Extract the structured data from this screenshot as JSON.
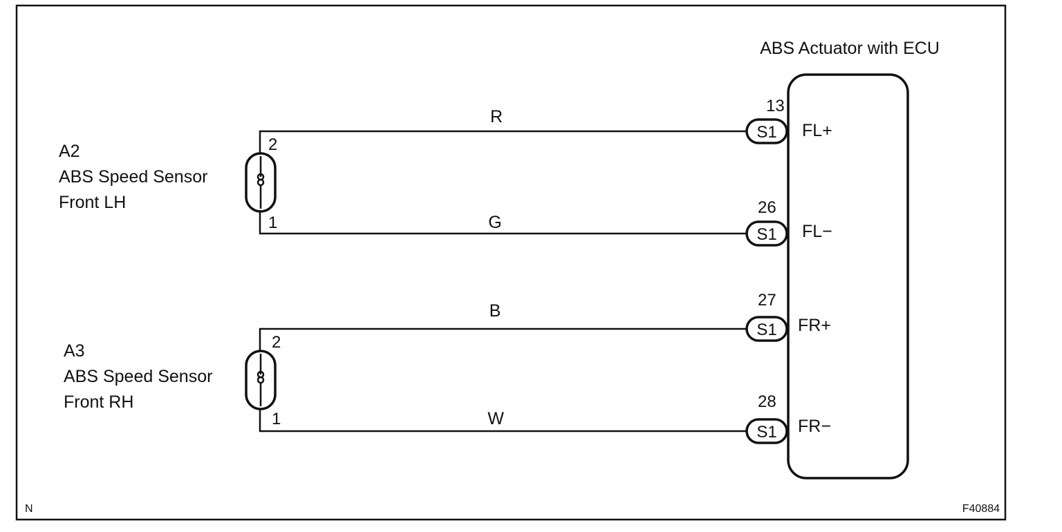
{
  "ecu": {
    "title": "ABS Actuator with ECU",
    "terminals": [
      {
        "pin": "13",
        "connector": "S1",
        "signal": "FL+"
      },
      {
        "pin": "26",
        "connector": "S1",
        "signal": "FL−"
      },
      {
        "pin": "27",
        "connector": "S1",
        "signal": "FR+"
      },
      {
        "pin": "28",
        "connector": "S1",
        "signal": "FR−"
      }
    ]
  },
  "sensors": [
    {
      "code": "A2",
      "name": "ABS Speed Sensor",
      "side": "Front LH",
      "pin_top": "2",
      "pin_bottom": "1"
    },
    {
      "code": "A3",
      "name": "ABS Speed Sensor",
      "side": "Front RH",
      "pin_top": "2",
      "pin_bottom": "1"
    }
  ],
  "wires": [
    {
      "color": "R"
    },
    {
      "color": "G"
    },
    {
      "color": "B"
    },
    {
      "color": "W"
    }
  ],
  "footer": {
    "left_mark": "N",
    "figure_code": "F40884"
  }
}
